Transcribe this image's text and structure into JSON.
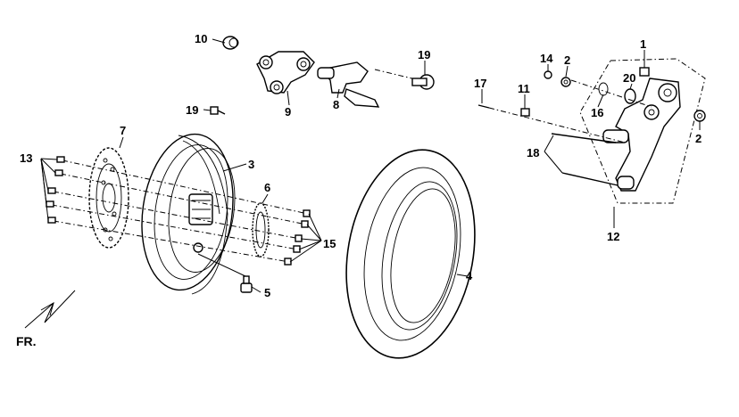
{
  "callouts": {
    "c1": "1",
    "c2a": "2",
    "c2b": "2",
    "c3": "3",
    "c4": "4",
    "c5": "5",
    "c6": "6",
    "c7": "7",
    "c8": "8",
    "c9": "9",
    "c10": "10",
    "c11": "11",
    "c12": "12",
    "c13": "13",
    "c14": "14",
    "c15": "15",
    "c16": "16",
    "c17": "17",
    "c18": "18",
    "c19a": "19",
    "c19b": "19",
    "c20": "20"
  },
  "direction_label": "FR."
}
